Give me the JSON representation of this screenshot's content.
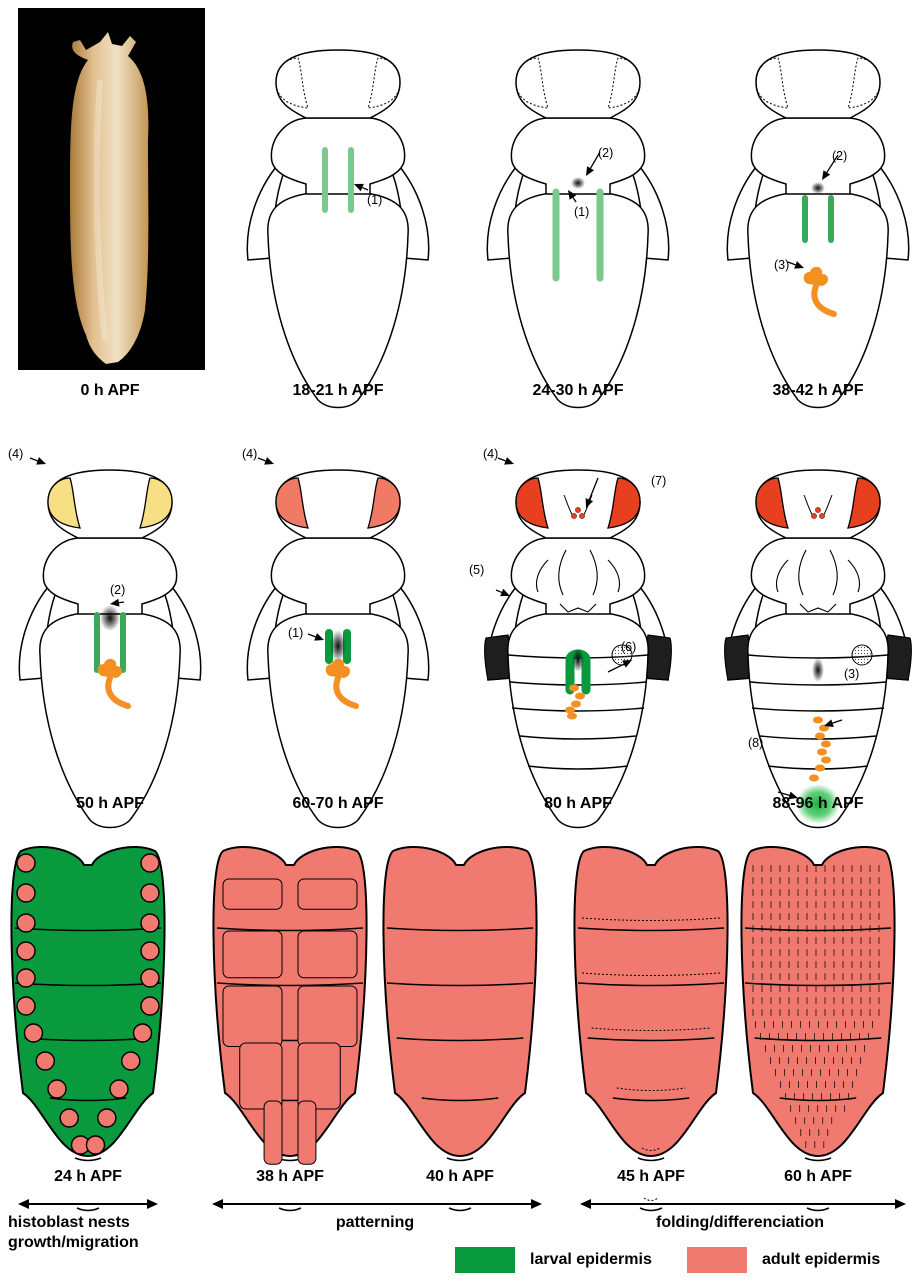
{
  "stages": {
    "s0": "0 h APF",
    "s1": "18-21 h APF",
    "s2": "24-30 h APF",
    "s3": "38-42 h APF",
    "s4": "50 h APF",
    "s5": "60-70 h APF",
    "s6": "80 h APF",
    "s7": "88-96 h APF"
  },
  "abdomen_stages": {
    "a0": "24 h APF",
    "a1": "38 h APF",
    "a2": "40 h APF",
    "a3": "45 h APF",
    "a4": "60 h APF"
  },
  "phases": {
    "p1_line1": "histoblast nests",
    "p1_line2": "growth/migration",
    "p2": "patterning",
    "p3": "folding/differenciation"
  },
  "annotations": {
    "n1": "(1)",
    "n2": "(2)",
    "n3": "(3)",
    "n4": "(4)",
    "n5": "(5)",
    "n6": "(6)",
    "n7": "(7)",
    "n8": "(8)"
  },
  "legend": {
    "larval": {
      "label": "larval epidermis",
      "color": "#0a9a3e"
    },
    "adult": {
      "label": "adult epidermis",
      "color": "#f07a70"
    }
  },
  "colors": {
    "stripe_light": "#7cc98e",
    "stripe_mid": "#3aaa5a",
    "stripe_dark": "#0a9a3e",
    "orange": "#f39021",
    "eye_yellow": "#f7df86",
    "eye_salmon": "#f07a63",
    "eye_red": "#e6401f",
    "wing_black": "#1e1e1e"
  }
}
